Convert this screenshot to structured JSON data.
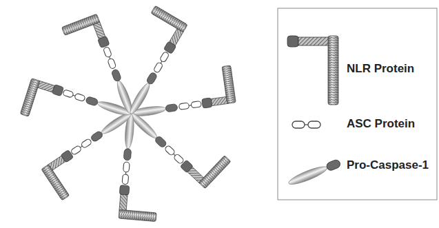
{
  "diagram": {
    "legend": [
      {
        "text": "NLR Protein"
      },
      {
        "text": "ASC Protein"
      },
      {
        "text": "Pro-Caspase-1"
      }
    ]
  }
}
